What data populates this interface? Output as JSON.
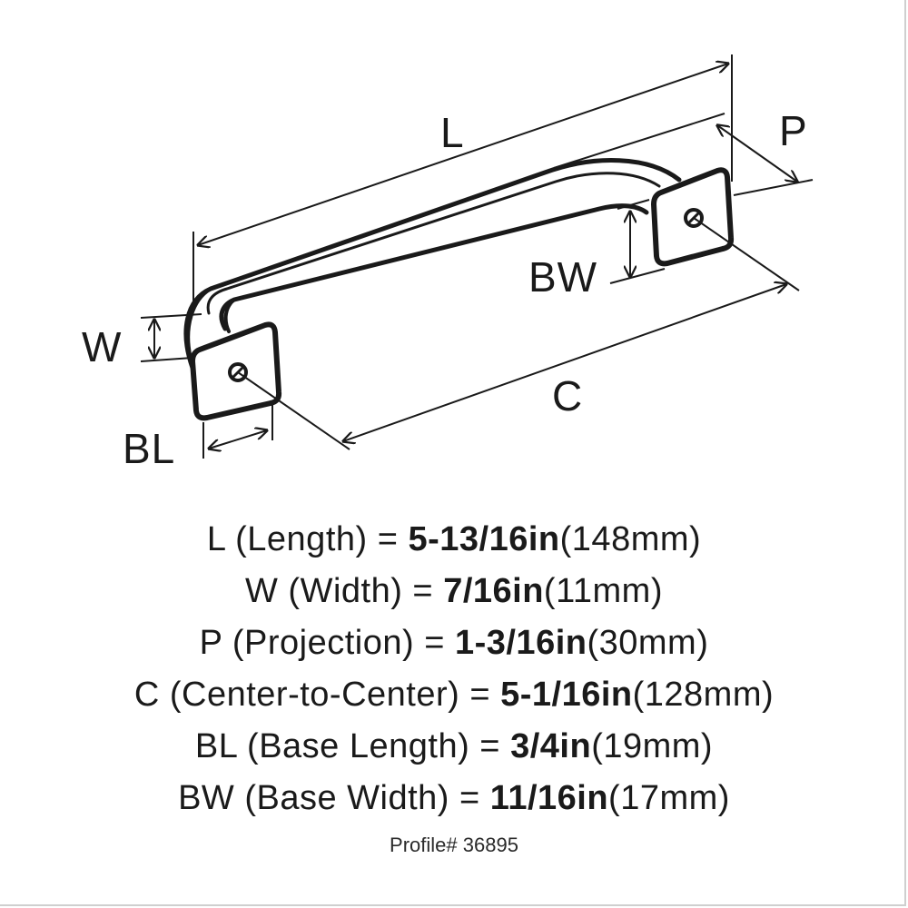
{
  "diagram": {
    "labels": {
      "L": "L",
      "P": "P",
      "W": "W",
      "BW": "BW",
      "C": "C",
      "BL": "BL"
    }
  },
  "specs": [
    {
      "key": "L",
      "desc": "(Length) =",
      "value": "5-13/16in",
      "metric": "(148mm)"
    },
    {
      "key": "W",
      "desc": "(Width) =",
      "value": "7/16in",
      "metric": "(11mm)"
    },
    {
      "key": "P",
      "desc": "(Projection) =",
      "value": "1-3/16in",
      "metric": "(30mm)"
    },
    {
      "key": "C",
      "desc": "(Center-to-Center) =",
      "value": "5-1/16in",
      "metric": "(128mm)"
    },
    {
      "key": "BL",
      "desc": "(Base Length) =",
      "value": "3/4in",
      "metric": "(19mm)"
    },
    {
      "key": "BW",
      "desc": "(Base Width) =",
      "value": "11/16in",
      "metric": "(17mm)"
    }
  ],
  "profile": "Profile# 36895",
  "colors": {
    "ink": "#1a1a1a",
    "background": "#ffffff"
  }
}
